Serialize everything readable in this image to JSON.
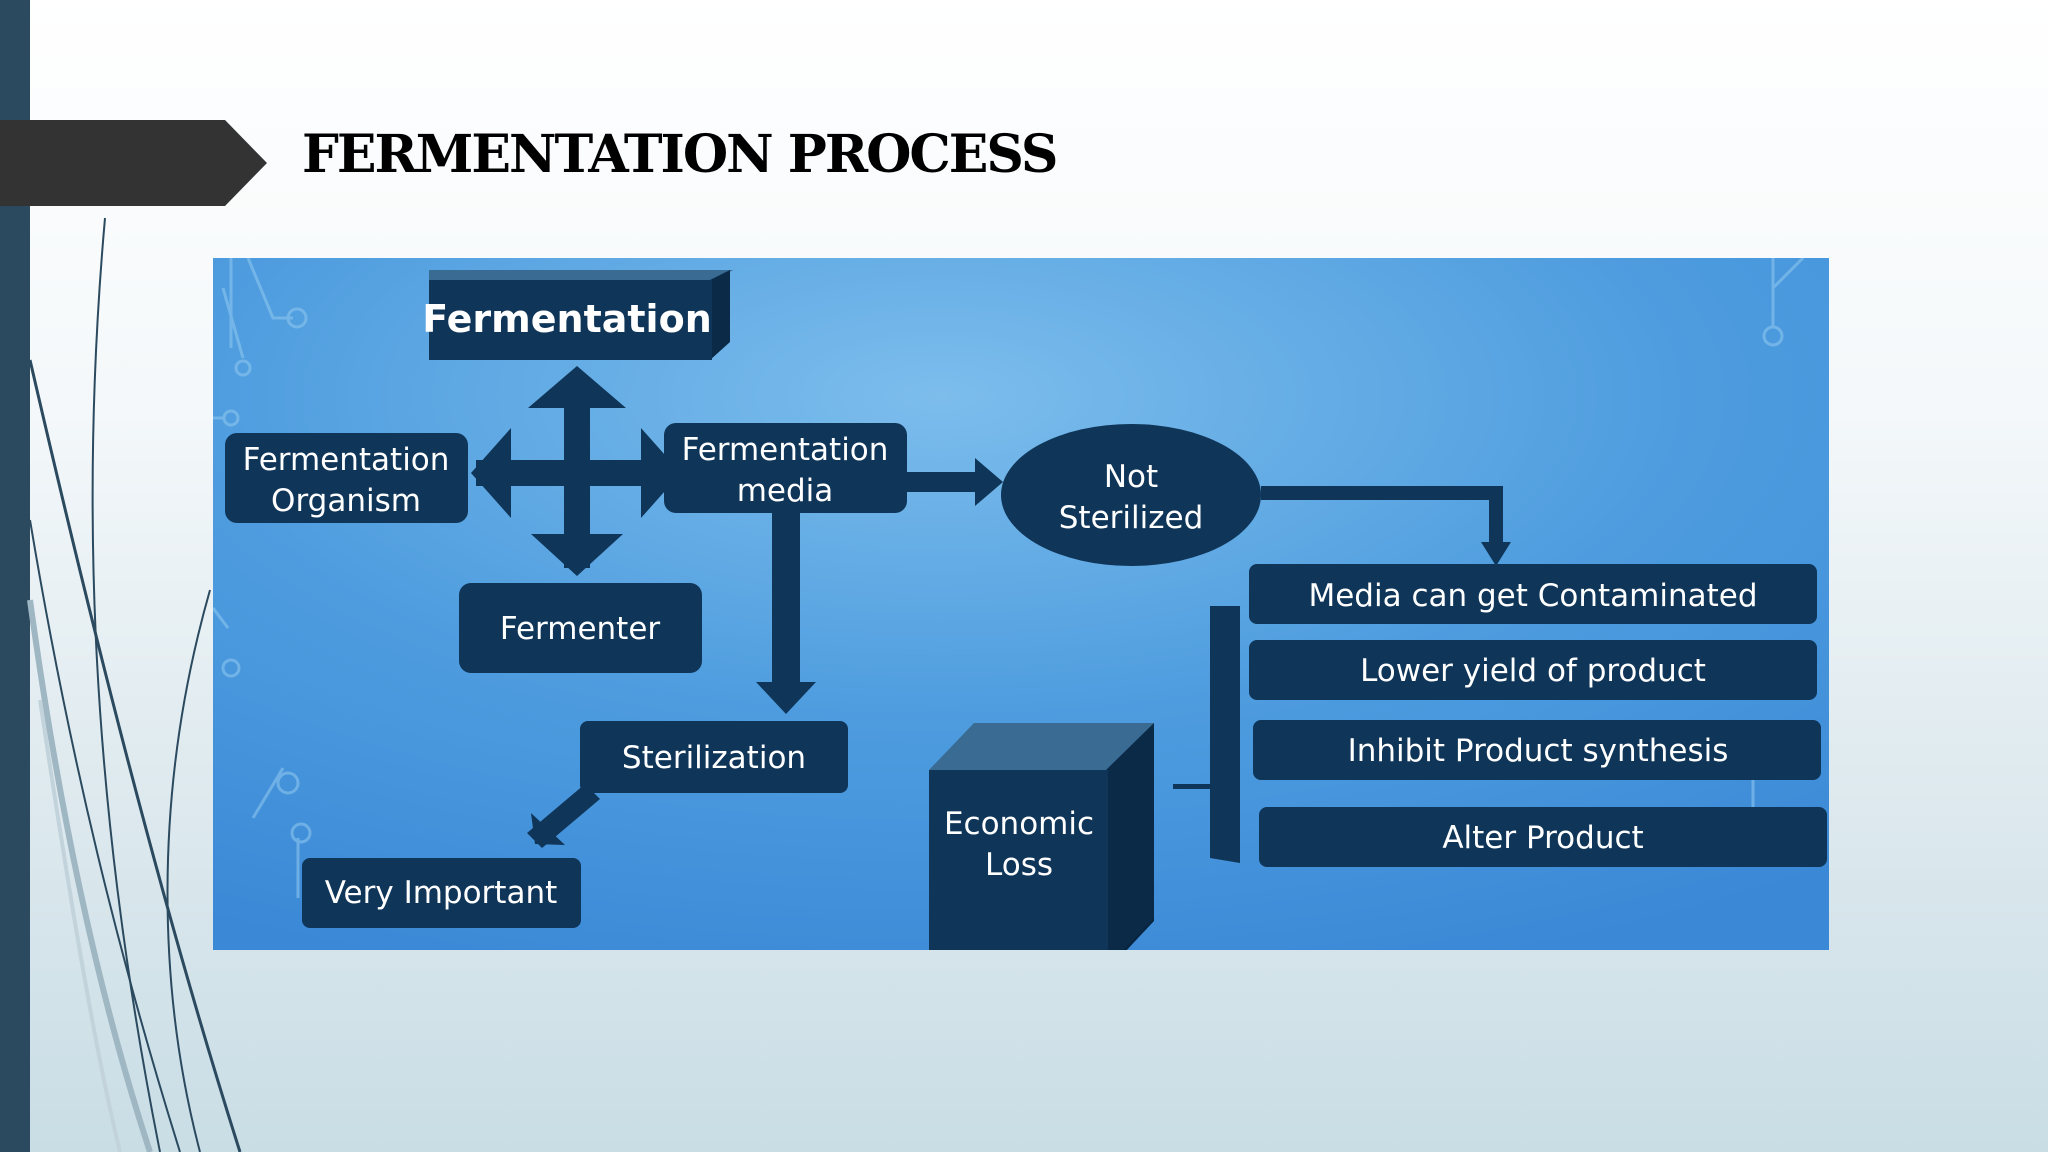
{
  "slide": {
    "title": "FERMENTATION PROCESS"
  },
  "diagram": {
    "nodes": {
      "fermentation": "Fermentation",
      "organism_line1": "Fermentation",
      "organism_line2": "Organism",
      "media_line1": "Fermentation",
      "media_line2": "media",
      "fermenter": "Fermenter",
      "not_sterilized_line1": "Not",
      "not_sterilized_line2": "Sterilized",
      "sterilization": "Sterilization",
      "very_important": "Very Important",
      "economic_loss_line1": "Economic",
      "economic_loss_line2": "Loss",
      "contaminated": "Media can get Contaminated",
      "lower_yield": "Lower yield of product",
      "inhibit": "Inhibit Product synthesis",
      "alter": "Alter Product"
    }
  },
  "colors": {
    "node_fill": "#0f3558",
    "diagram_bg": "#4a96dc",
    "left_bar": "#2b4a5f",
    "title_tab": "#333333"
  }
}
